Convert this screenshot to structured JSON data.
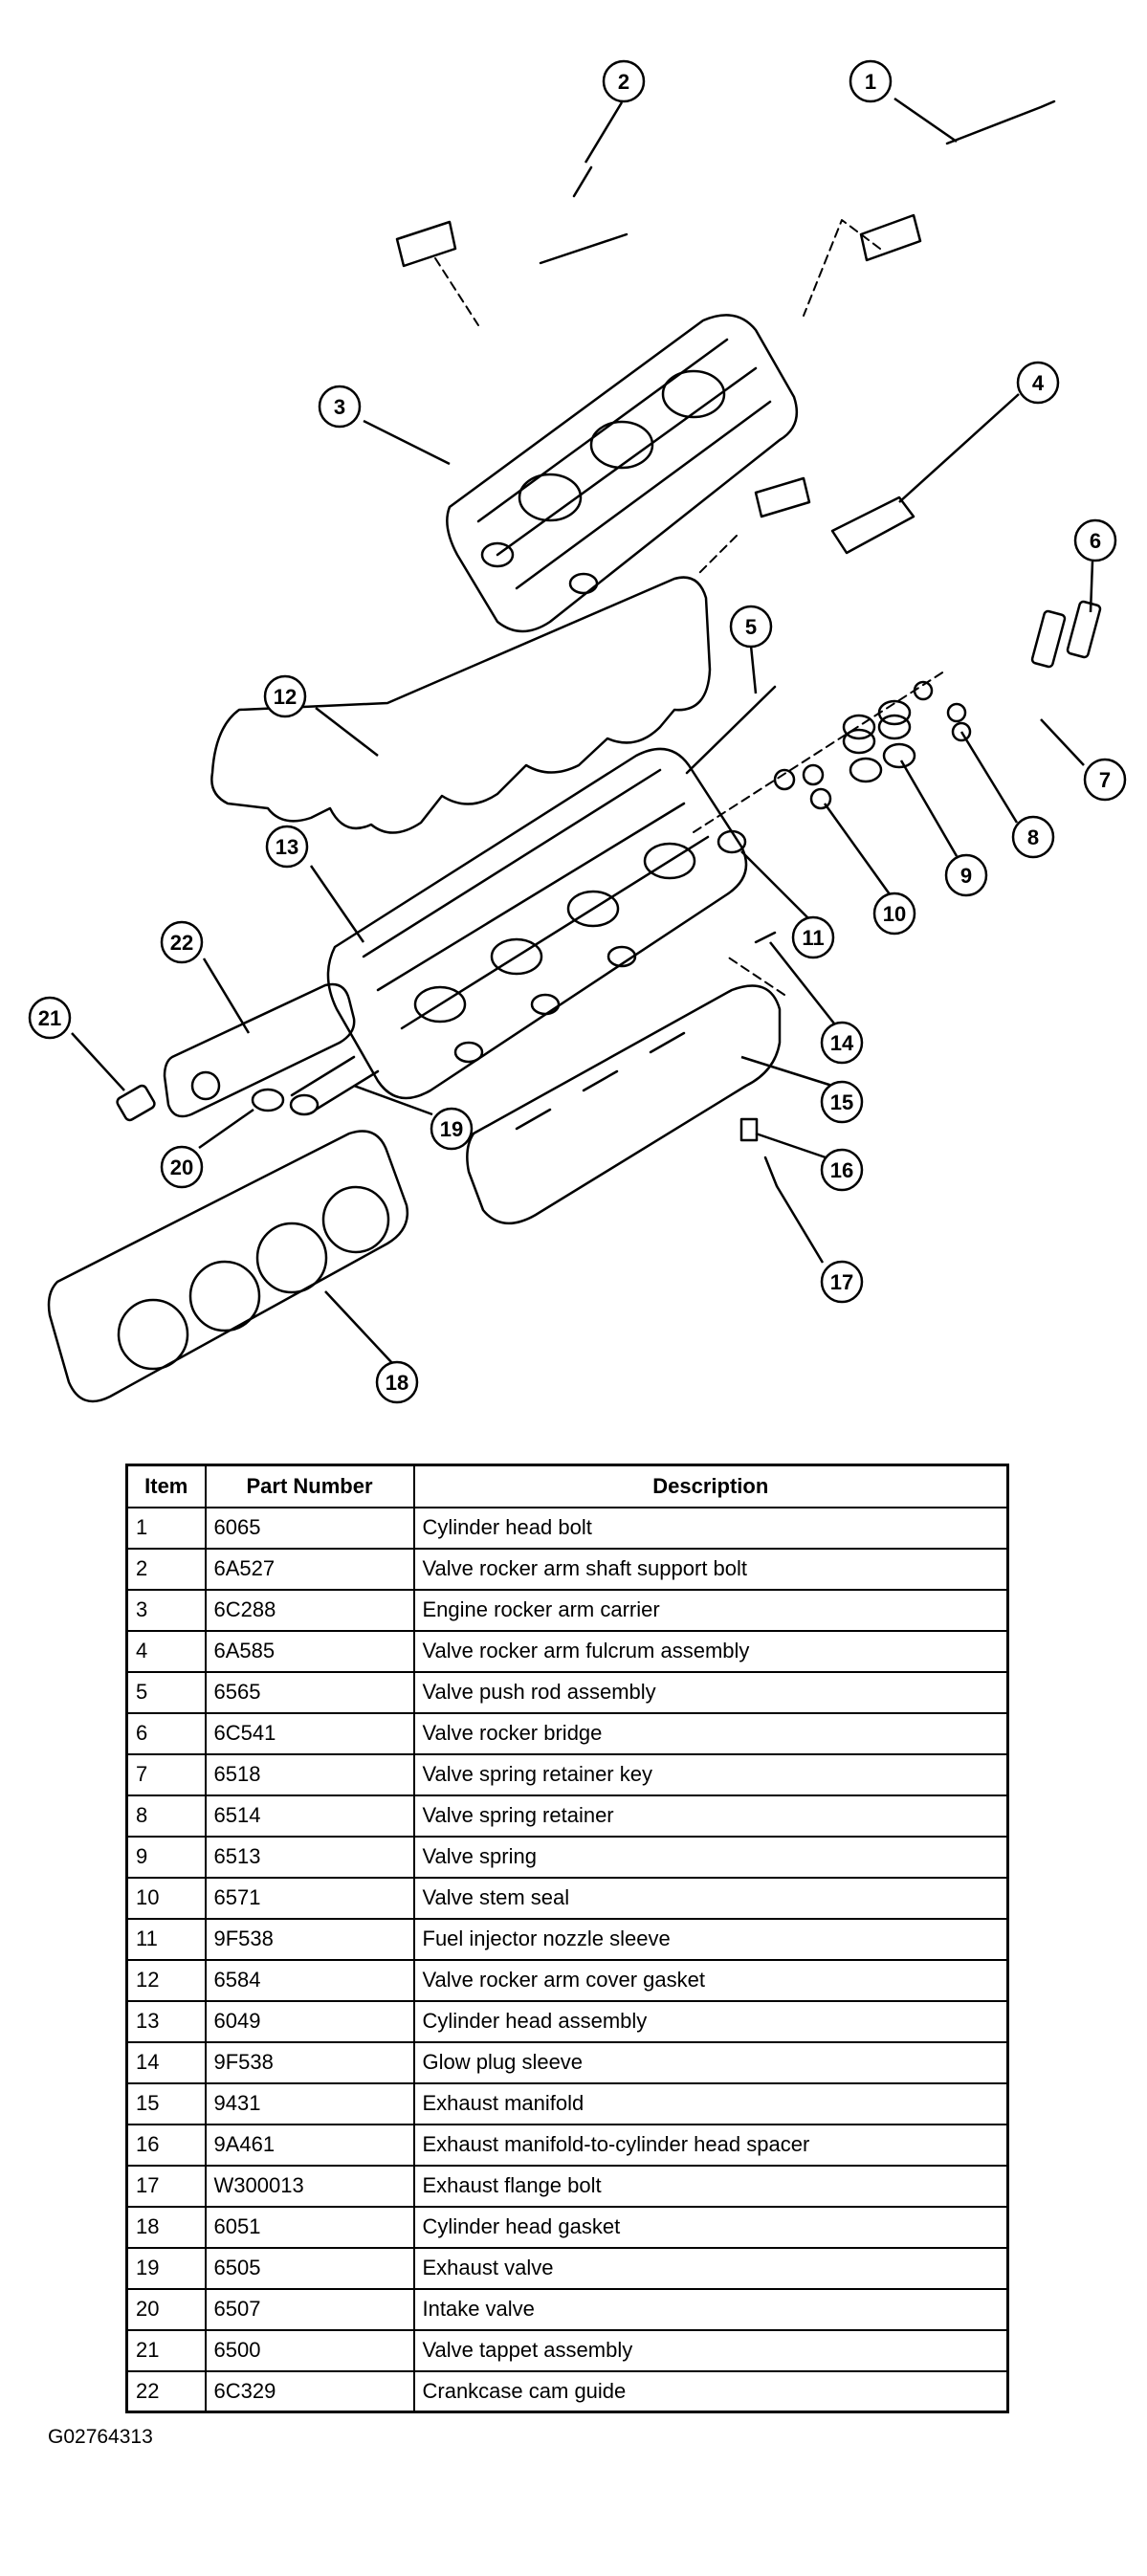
{
  "callouts": [
    "1",
    "2",
    "3",
    "4",
    "5",
    "6",
    "7",
    "8",
    "9",
    "10",
    "11",
    "12",
    "13",
    "14",
    "15",
    "16",
    "17",
    "18",
    "19",
    "20",
    "21",
    "22"
  ],
  "table": {
    "headers": [
      "Item",
      "Part Number",
      "Description"
    ],
    "rows": [
      [
        "1",
        "6065",
        "Cylinder head bolt"
      ],
      [
        "2",
        "6A527",
        "Valve rocker arm shaft support bolt"
      ],
      [
        "3",
        "6C288",
        "Engine rocker arm carrier"
      ],
      [
        "4",
        "6A585",
        "Valve rocker arm fulcrum assembly"
      ],
      [
        "5",
        "6565",
        "Valve push rod assembly"
      ],
      [
        "6",
        "6C541",
        "Valve rocker bridge"
      ],
      [
        "7",
        "6518",
        "Valve spring retainer key"
      ],
      [
        "8",
        "6514",
        "Valve spring retainer"
      ],
      [
        "9",
        "6513",
        "Valve spring"
      ],
      [
        "10",
        "6571",
        "Valve stem seal"
      ],
      [
        "11",
        "9F538",
        "Fuel injector nozzle sleeve"
      ],
      [
        "12",
        "6584",
        "Valve rocker arm cover gasket"
      ],
      [
        "13",
        "6049",
        "Cylinder head assembly"
      ],
      [
        "14",
        "9F538",
        "Glow plug sleeve"
      ],
      [
        "15",
        "9431",
        "Exhaust manifold"
      ],
      [
        "16",
        "9A461",
        "Exhaust manifold-to-cylinder head spacer"
      ],
      [
        "17",
        "W300013",
        "Exhaust flange bolt"
      ],
      [
        "18",
        "6051",
        "Cylinder head gasket"
      ],
      [
        "19",
        "6505",
        "Exhaust valve"
      ],
      [
        "20",
        "6507",
        "Intake valve"
      ],
      [
        "21",
        "6500",
        "Valve tappet assembly"
      ],
      [
        "22",
        "6C329",
        "Crankcase cam guide"
      ]
    ]
  },
  "figure_id": "G02764313"
}
